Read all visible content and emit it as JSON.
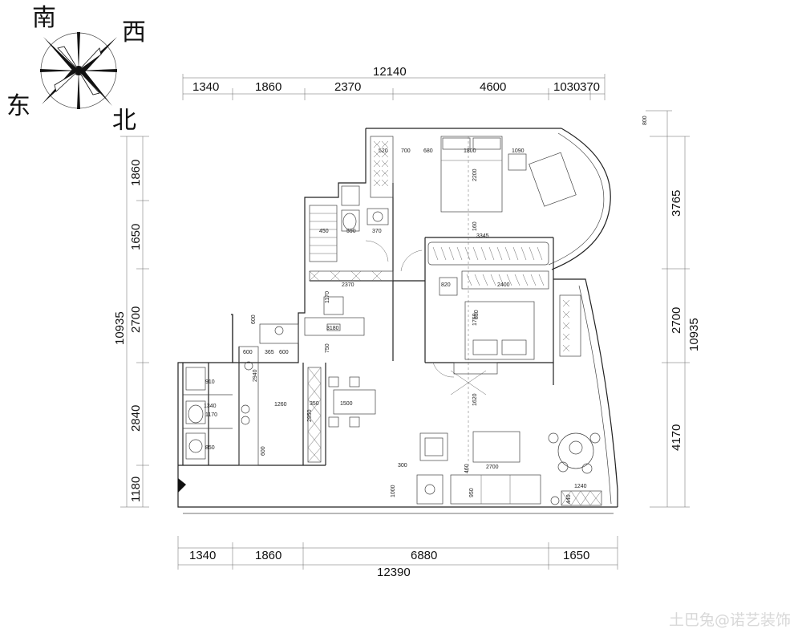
{
  "compass": {
    "south": "南",
    "west": "西",
    "east": "东",
    "north": "北"
  },
  "top_dims": {
    "total": "12140",
    "seg1": "1340",
    "seg2": "1860",
    "seg3": "2370",
    "seg4": "4600",
    "seg5": "1030",
    "seg6": "370"
  },
  "bottom_dims": {
    "total": "12390",
    "seg1": "1340",
    "seg2": "1860",
    "seg3": "6880",
    "seg4": "1650"
  },
  "left_dims": {
    "total": "10935",
    "seg1": "1860",
    "seg2": "1650",
    "seg3": "2700",
    "seg4": "2840",
    "seg5": "1180"
  },
  "right_dims": {
    "total": "10935",
    "seg_top": "800",
    "seg1": "3765",
    "seg2": "2700",
    "seg3": "4170"
  },
  "interior_labels": {
    "w700": "700",
    "w680": "680",
    "w1800": "1800",
    "w1090": "1090",
    "w520": "520",
    "d2200": "2200",
    "d160": "160",
    "w3345": "3345",
    "w590a": "590",
    "w370": "370",
    "w450": "450",
    "w2370": "2370",
    "w820": "820",
    "w2400": "2400",
    "d1170": "1170",
    "d750": "750",
    "d1750": "1750",
    "w600a": "600",
    "w600b": "600",
    "w365": "365",
    "w600c": "600",
    "d2940": "2940",
    "w1260": "1260",
    "w910": "910",
    "w1340": "1340",
    "d1170b": "1170",
    "d850": "850",
    "d600": "600",
    "w350": "350",
    "w1500": "1500",
    "d2950": "2950",
    "d1620": "1620",
    "d830": "830",
    "w300": "300",
    "w2700": "2700",
    "d460": "460",
    "d1000": "1000",
    "d950": "950",
    "w1240": "1240",
    "d440": "440",
    "bar_label": "3180"
  },
  "watermark": "土巴兔@诺艺装饰"
}
